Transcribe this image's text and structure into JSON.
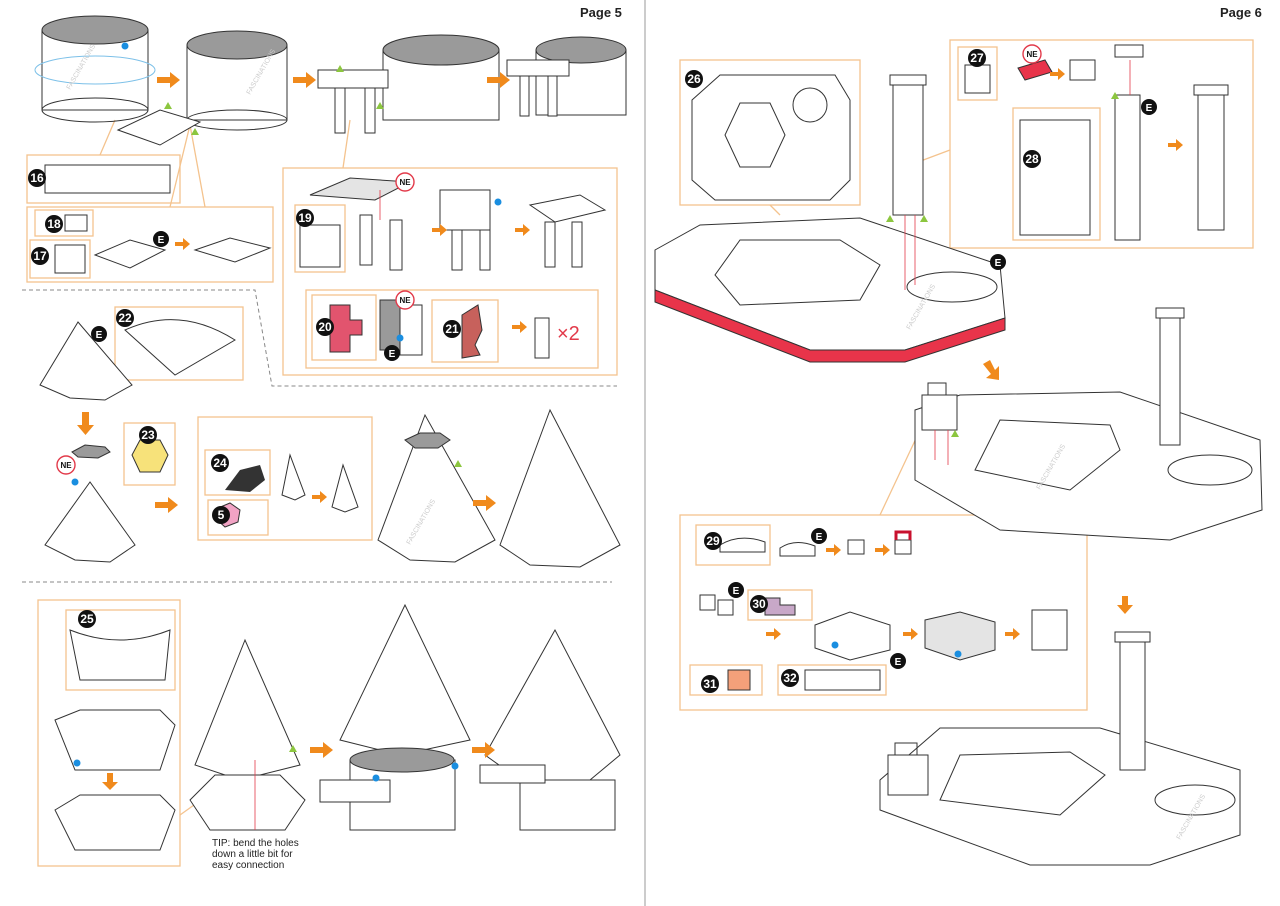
{
  "pages": [
    {
      "label": "Page 5"
    },
    {
      "label": "Page 6"
    }
  ],
  "steps": {
    "s16": "16",
    "s17": "17",
    "s18": "18",
    "s19": "19",
    "s20": "20",
    "s21": "21",
    "s22": "22",
    "s23": "23",
    "s24": "24",
    "s5": "5",
    "s25": "25",
    "s26": "26",
    "s27": "27",
    "s28": "28",
    "s29": "29",
    "s30": "30",
    "s31": "31",
    "s32": "32"
  },
  "markers": {
    "e": "E",
    "ne": "NE"
  },
  "multiplier": "×2",
  "tip": {
    "line1": "TIP: bend the holes",
    "line2": "down a little bit for",
    "line3": "easy connection"
  },
  "watermark": "FASCINATIONS",
  "colors": {
    "accent_orange": "#f08a1c",
    "frame": "#f4c38e",
    "red_part": "#e8344a",
    "pink_part": "#e2546e",
    "yellow_part": "#f7e27a",
    "blue_dot": "#1a8ee0",
    "green_marker": "#8cc63f"
  }
}
